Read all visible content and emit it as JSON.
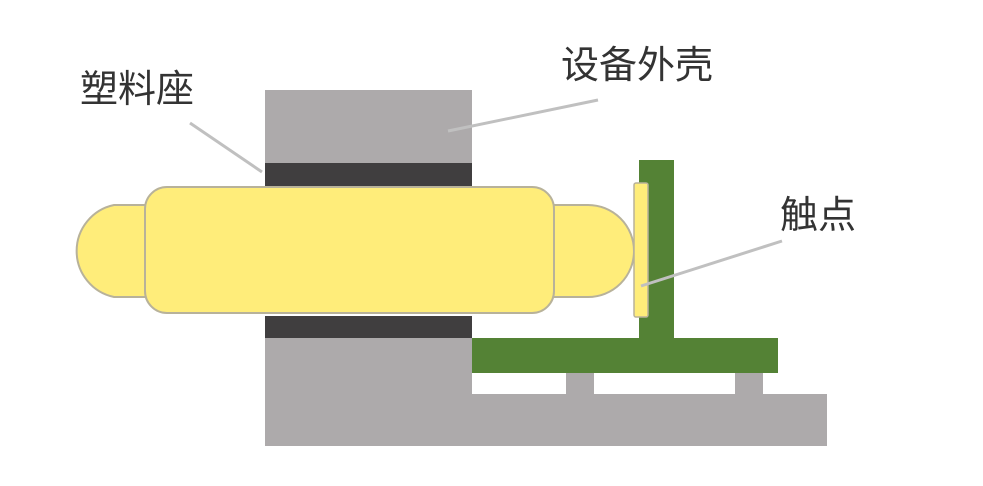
{
  "labels": {
    "plastic_seat": "塑料座",
    "device_housing": "设备外壳",
    "contact": "触点"
  },
  "colors": {
    "housing_gray": "#ADAAAB",
    "seat_dark": "#403E3F",
    "plunger_yellow": "#FFED7A",
    "plunger_outline": "#B8B29A",
    "contact_green": "#548235",
    "leader_line": "#C0C0C0",
    "text": "#333333"
  }
}
